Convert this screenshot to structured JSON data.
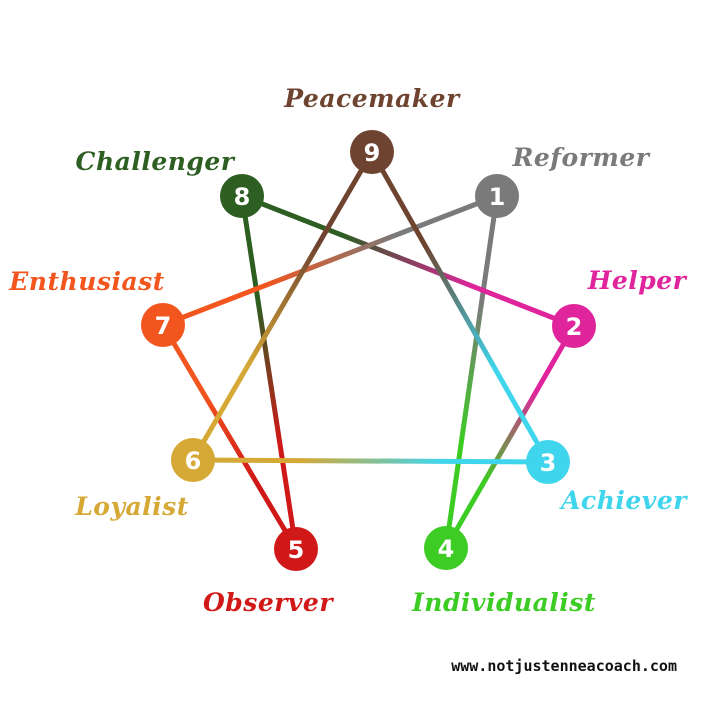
{
  "types": [
    {
      "number": "1",
      "name": "Reformer",
      "color": "#7a7a7a"
    },
    {
      "number": "2",
      "name": "Helper",
      "color": "#e0249b"
    },
    {
      "number": "3",
      "name": "Achiever",
      "color": "#3fd5ec"
    },
    {
      "number": "4",
      "name": "Individualist",
      "color": "#3dcc24"
    },
    {
      "number": "5",
      "name": "Observer",
      "color": "#d01818"
    },
    {
      "number": "6",
      "name": "Loyalist",
      "color": "#d6a836"
    },
    {
      "number": "7",
      "name": "Enthusiast",
      "color": "#f2551e"
    },
    {
      "number": "8",
      "name": "Challenger",
      "color": "#2d5e22"
    },
    {
      "number": "9",
      "name": "Peacemaker",
      "color": "#6e4430"
    }
  ],
  "connections": [
    [
      "1",
      "4"
    ],
    [
      "4",
      "2"
    ],
    [
      "2",
      "8"
    ],
    [
      "8",
      "5"
    ],
    [
      "5",
      "7"
    ],
    [
      "7",
      "1"
    ],
    [
      "9",
      "3"
    ],
    [
      "3",
      "6"
    ],
    [
      "6",
      "9"
    ]
  ],
  "website": "www.notjustenneacoach.com"
}
